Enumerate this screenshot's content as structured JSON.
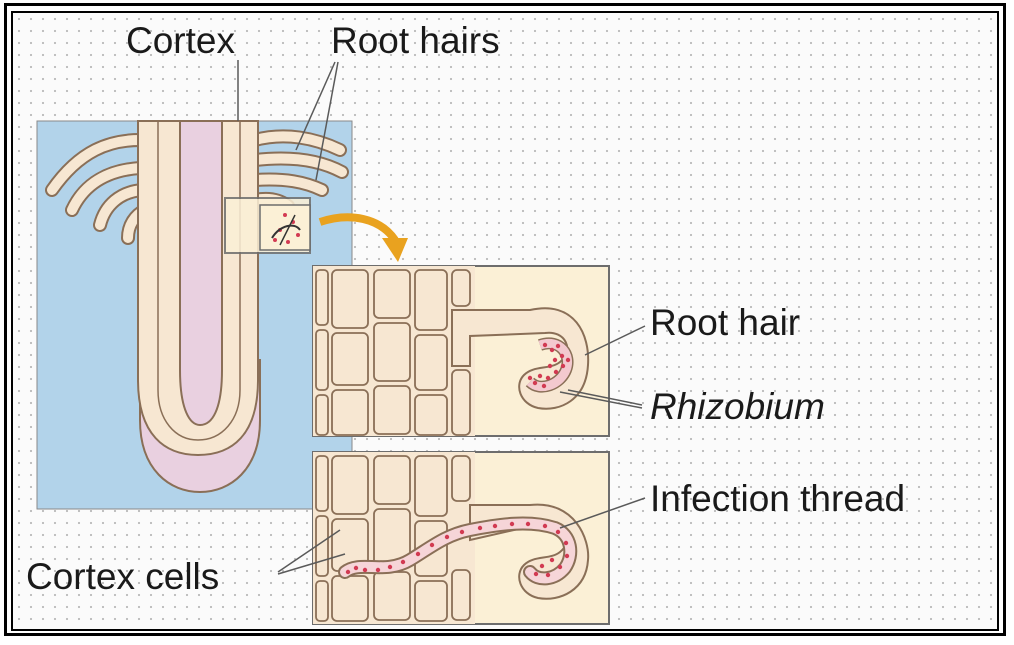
{
  "labels": {
    "cortex": "Cortex",
    "root_hairs": "Root hairs",
    "root_hair": "Root hair",
    "rhizobium": "Rhizobium",
    "infection_thread": "Infection thread",
    "cortex_cells": "Cortex cells"
  },
  "colors": {
    "soil_blue": "#b2d3ea",
    "root_cream": "#f7e7d2",
    "panel_cream": "#fbf0d6",
    "stele_pink": "#e9d0e0",
    "outline": "#8a6f57",
    "bacteria_red": "#d23a52",
    "arrow_orange": "#e9a21f"
  }
}
